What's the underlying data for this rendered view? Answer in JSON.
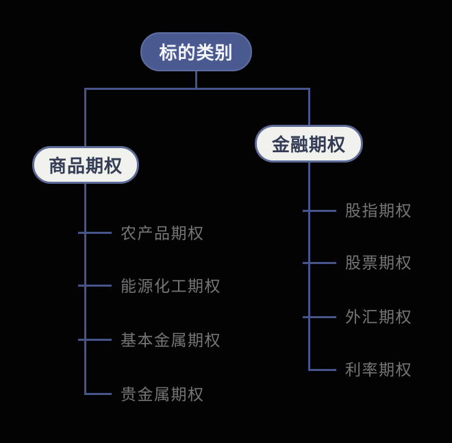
{
  "colors": {
    "background": "#030303",
    "connector": "#46558c",
    "root_fill": "#4a5a90",
    "root_border": "#5e6ea2",
    "root_text": "#f5f6fa",
    "branch_fill": "#f1f2ee",
    "branch_border": "#5c6a96",
    "branch_text": "#343d55",
    "leaf_text": "#767676"
  },
  "diagram": {
    "root": {
      "label": "标的类别"
    },
    "branches": [
      {
        "label": "商品期权",
        "children": [
          {
            "label": "农产品期权"
          },
          {
            "label": "能源化工期权"
          },
          {
            "label": "基本金属期权"
          },
          {
            "label": "贵金属期权"
          }
        ]
      },
      {
        "label": "金融期权",
        "children": [
          {
            "label": "股指期权"
          },
          {
            "label": "股票期权"
          },
          {
            "label": "外汇期权"
          },
          {
            "label": "利率期权"
          }
        ]
      }
    ]
  }
}
